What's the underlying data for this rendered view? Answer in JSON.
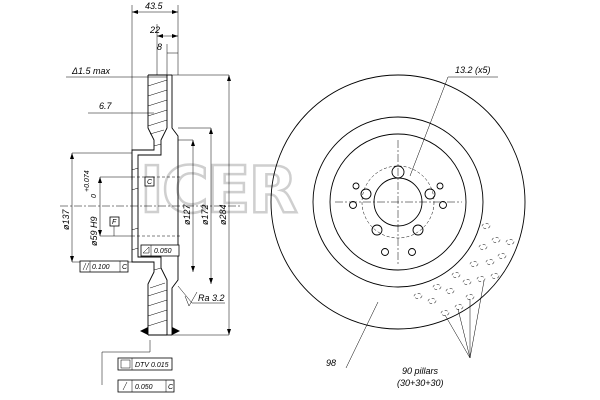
{
  "watermark": "ICER",
  "dimensions": {
    "overall_width": "43.5",
    "hat_width": "22",
    "disc_thickness": "8",
    "runout_label": "Δ1.5 max",
    "flange_thickness": "6.7",
    "bolt_holes": "13.2 (x5)",
    "pcd": "98",
    "pillars_line1": "90 pillars",
    "pillars_line2": "(30+30+30)",
    "dia_137": "ø137",
    "dia_59_main": "ø59 H9",
    "dia_59_tol_upper": "+0.074",
    "dia_59_tol_lower": "0",
    "dia_127": "ø127",
    "dia_172": "ø172",
    "dia_284": "ø284",
    "roughness": "Ra 3.2"
  },
  "tolerances": {
    "datum_c": "C",
    "datum_f": "F",
    "flatness": "0.050",
    "parallelism": "0.100",
    "parallelism_ref": "C",
    "dtv_label": "DTV",
    "dtv_value": "0.015",
    "runout_value": "0.050",
    "runout_ref": "C"
  }
}
